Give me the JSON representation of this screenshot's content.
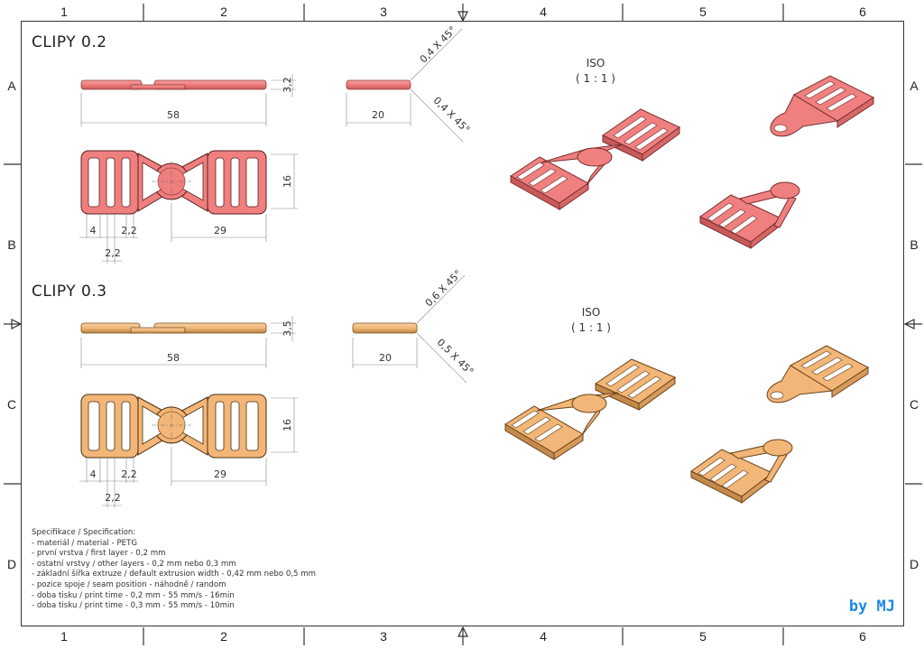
{
  "sheet": {
    "column_labels": [
      "1",
      "2",
      "3",
      "4",
      "5",
      "6"
    ],
    "row_labels": [
      "A",
      "B",
      "C",
      "D"
    ],
    "signature": "by MJ"
  },
  "colors": {
    "clip_02": "#f08080",
    "clip_02_dark": "#c85050",
    "clip_03": "#f5c48c",
    "clip_03_dark": "#b57a3c",
    "signature": "#1e88e5",
    "line": "#333333"
  },
  "clip_02": {
    "title": "CLIPY 0.2",
    "side_view": {
      "length": "58",
      "thickness": "3,2"
    },
    "end_view": {
      "width": "20",
      "chamfer_top": "0,4 X 45°",
      "chamfer_bottom": "0,4 X 45°"
    },
    "top_view": {
      "height": "16",
      "slot_width": "4",
      "bar_width_a": "2,2",
      "bar_width_b": "2,2",
      "half_length": "29"
    },
    "iso": {
      "label": "ISO",
      "scale": "( 1 : 1 )"
    }
  },
  "clip_03": {
    "title": "CLIPY 0.3",
    "side_view": {
      "length": "58",
      "thickness": "3,5"
    },
    "end_view": {
      "width": "20",
      "chamfer_top": "0,6 X 45°",
      "chamfer_bottom": "0,5 X 45°"
    },
    "top_view": {
      "height": "16",
      "slot_width": "4",
      "bar_width_a": "2,2",
      "bar_width_b": "2,2",
      "half_length": "29"
    },
    "iso": {
      "label": "ISO",
      "scale": "( 1 : 1 )"
    }
  },
  "specification": {
    "heading": "Specifikace / Specification:",
    "items": [
      " - materiál / material - PETG",
      " - první vrstva / first layer - 0,2 mm",
      " - ostatní vrstvy / other layers - 0,2 mm nebo 0,3 mm",
      " - základní šířka extruze / default extrusion width - 0,42 mm nebo 0,5 mm",
      " - pozice spoje / seam position - náhodně / random",
      " - doba tisku / print time - 0,2 mm - 55 mm/s - 16min",
      " - doba tisku / print time - 0,3 mm - 55 mm/s - 10min"
    ]
  }
}
